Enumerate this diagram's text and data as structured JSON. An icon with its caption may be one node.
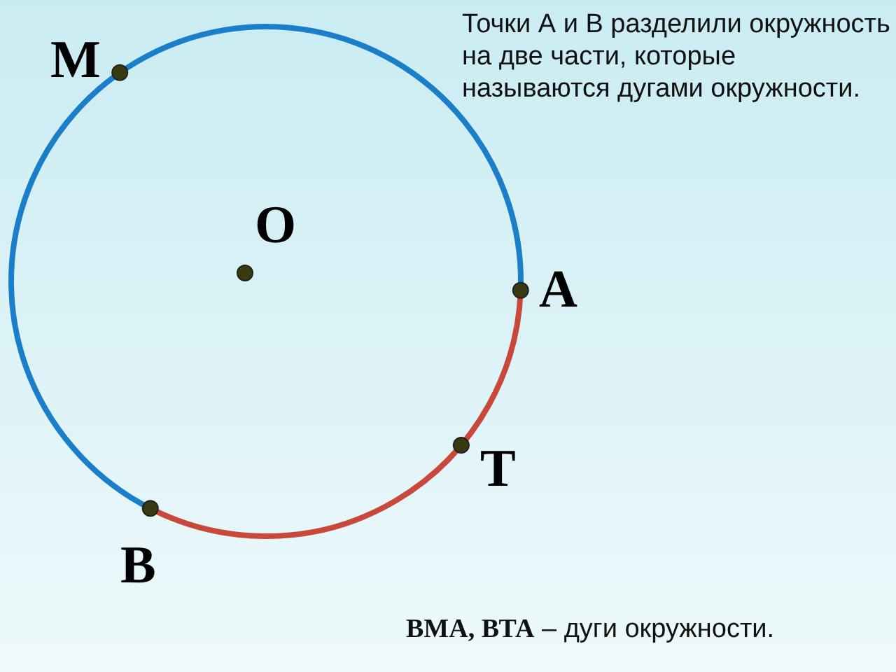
{
  "diagram": {
    "labels": [
      "Точки А и В разделили окружность на две части, которые называются дугами окружности.",
      "M",
      "O",
      "A",
      "T",
      "B",
      "**ВМА, ВТА** – дуги окружности."
    ]
  }
}
